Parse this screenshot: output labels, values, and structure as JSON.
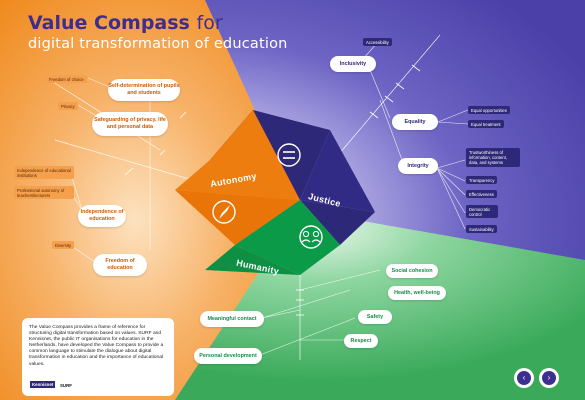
{
  "title": {
    "brand": "Value Compass",
    "suffix": "for",
    "line2": "digital transformation of education"
  },
  "segments": {
    "autonomy": "Autonomy",
    "justice": "Justice",
    "humanity": "Humanity"
  },
  "justice": {
    "inclusivity": "Inclusivity",
    "accessibility": "Accessibility",
    "equality": "Equality",
    "equal_opportunities": "Equal opportunities",
    "equal_treatment": "Equal treatment",
    "integrity": "Integrity",
    "trustworthiness": "Trustworthiness of information, content, data, and systems",
    "transparency": "Transparency",
    "effectiveness": "Effectiveness",
    "democratic_control": "Democratic control",
    "sustainability": "Sustainability"
  },
  "autonomy": {
    "self_determination": "Self-determination of pupils and students",
    "freedom_of_choice": "Freedom of choice",
    "safeguarding": "Safeguarding of privacy, life and personal data",
    "privacy": "Privacy",
    "independence": "Independence of education",
    "independence_institutions": "Independence of educational institutions",
    "professional_autonomy": "Professional autonomy of teachers/lecturers",
    "freedom_of_education": "Freedom of education",
    "diversity": "Diversity"
  },
  "humanity": {
    "social_cohesion": "Social cohesion",
    "health_wellbeing": "Health, well-being",
    "meaningful_contact": "Meaningful contact",
    "safety": "Safety",
    "respect": "Respect",
    "personal_development": "Personal development"
  },
  "info": {
    "text": "The Value Compass provides a frame of reference for structuring digital transformation based on values. SURF and Kennisnet, the public IT organisations for education in the Netherlands, have developed the Value Compass to provide a common language to stimulate the dialogue about digital transformation in education and the importance of educational values.",
    "logo_kennisnet": "Kennisnet",
    "logo_surf": "SURF"
  },
  "nav": {
    "prev_icon": "‹",
    "next_icon": "›"
  },
  "colors": {
    "orange": "#ee7d10",
    "navy": "#2e2878",
    "purple": "#5a4fb0",
    "green": "#3aaa5a",
    "dark_green": "#0a9a48"
  }
}
